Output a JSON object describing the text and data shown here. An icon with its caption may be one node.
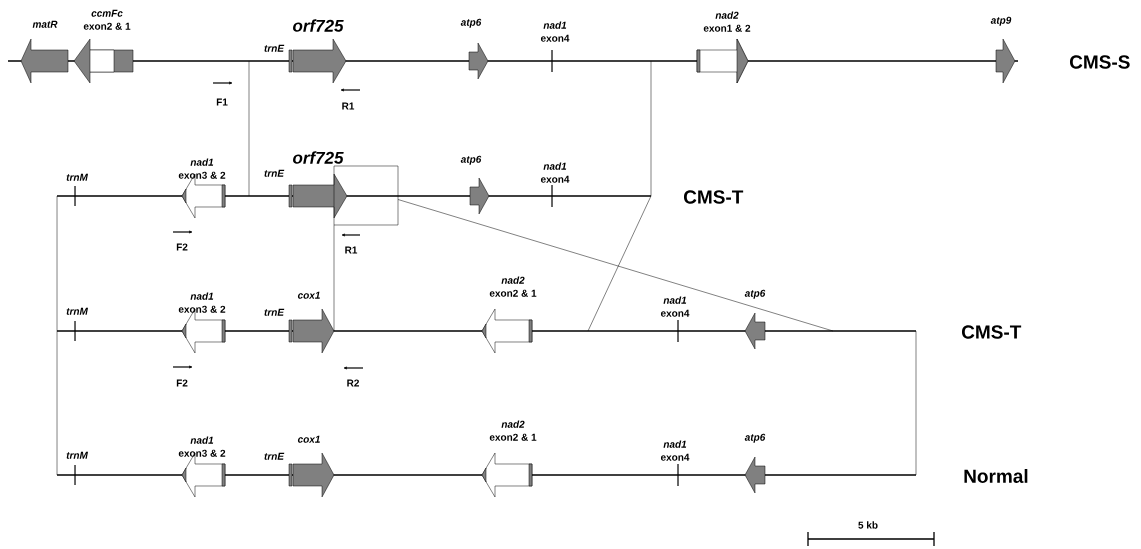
{
  "diagram": {
    "nodes": [
      {
        "text": [
          "CMS-S"
        ]
      },
      {
        "text": [
          "matR"
        ]
      },
      {
        "text": [
          "ccmFc",
          "exon2 & 1"
        ]
      },
      {
        "text": [
          "trnE"
        ]
      },
      {
        "text": [
          "orf725"
        ]
      },
      {
        "text": [
          "atp6"
        ]
      },
      {
        "text": [
          "nad1",
          "exon4"
        ]
      },
      {
        "text": [
          "nad2",
          "exon1 & 2"
        ]
      },
      {
        "text": [
          "atp9"
        ]
      },
      {
        "text": [
          "CMS-T"
        ]
      },
      {
        "text": [
          "trnM"
        ]
      },
      {
        "text": [
          "nad1",
          "exon3 & 2"
        ]
      },
      {
        "text": [
          "trnE"
        ]
      },
      {
        "text": [
          "orf725"
        ]
      },
      {
        "text": [],
        "shape": "box"
      },
      {
        "text": [
          "atp6"
        ]
      },
      {
        "text": [
          "nad1",
          "exon4"
        ]
      },
      {
        "text": [
          "CMS-T"
        ]
      },
      {
        "text": [
          "trnM"
        ]
      },
      {
        "text": [
          "nad1",
          "exon3 & 2"
        ]
      },
      {
        "text": [
          "trnE"
        ]
      },
      {
        "text": [
          "cox1"
        ]
      },
      {
        "text": [
          "nad2",
          "exon2 & 1"
        ]
      },
      {
        "text": [
          "nad1",
          "exon4"
        ]
      },
      {
        "text": [
          "atp6"
        ]
      },
      {
        "text": [
          "Normal"
        ]
      },
      {
        "text": [
          "trnM"
        ]
      },
      {
        "text": [
          "nad1",
          "exon3 & 2"
        ]
      },
      {
        "text": [
          "trnE"
        ]
      },
      {
        "text": [
          "cox1"
        ]
      },
      {
        "text": [
          "nad2",
          "exon2 & 1"
        ]
      },
      {
        "text": [
          "nad1",
          "exon4"
        ]
      },
      {
        "text": [
          "atp6"
        ]
      }
    ],
    "edges": [
      {
        "from": 0,
        "to": 9,
        "arrow": "none"
      },
      {
        "from": 0,
        "to": 9,
        "arrow": "none"
      },
      {
        "from": 14,
        "to": 17,
        "arrow": "none"
      },
      {
        "from": 14,
        "to": 17,
        "arrow": "none"
      },
      {
        "from": 9,
        "to": 17,
        "arrow": "none"
      },
      {
        "from": 9,
        "to": 25,
        "arrow": "none"
      },
      {
        "from": 17,
        "to": 25,
        "arrow": "none"
      }
    ],
    "labels": [
      "F1",
      "R1",
      "F2",
      "R1",
      "F2",
      "R2",
      "5 kb"
    ]
  }
}
